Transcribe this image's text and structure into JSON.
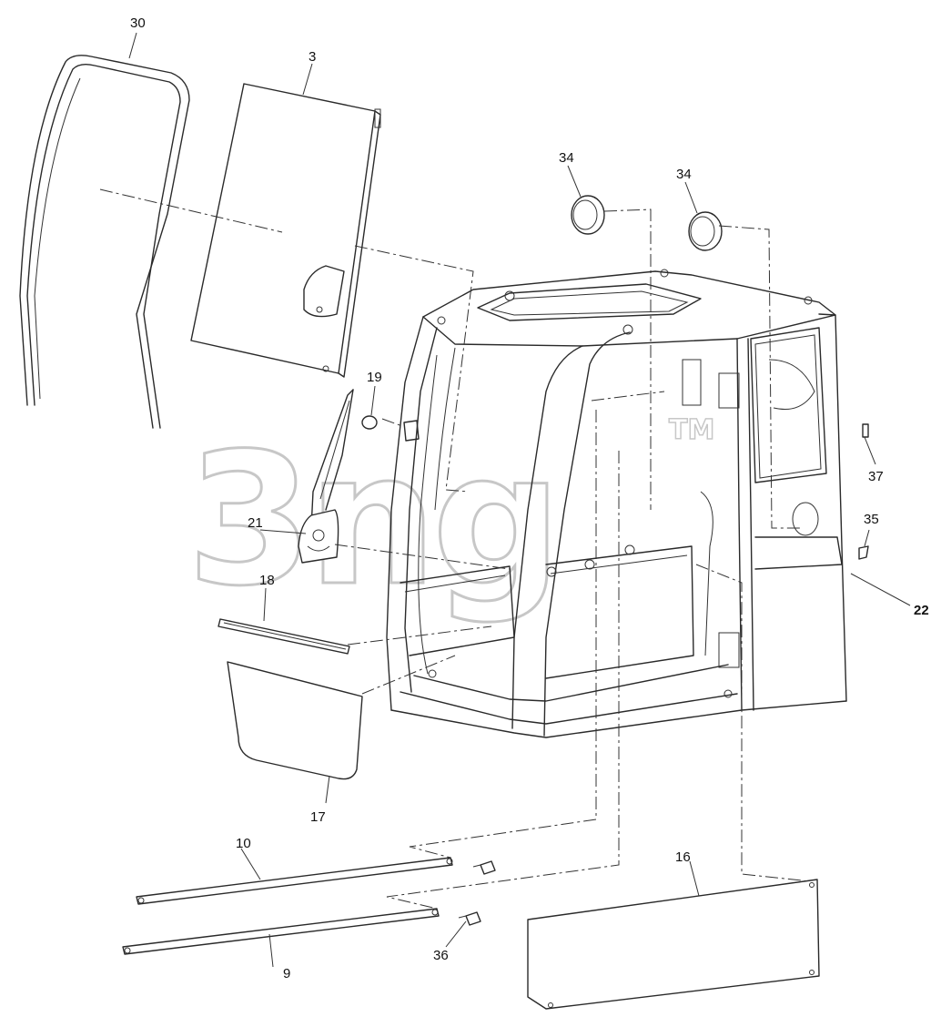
{
  "labels": {
    "p30": "30",
    "p3": "3",
    "p34a": "34",
    "p34b": "34",
    "p19": "19",
    "p37": "37",
    "p21": "21",
    "p35": "35",
    "p18": "18",
    "p22": "22",
    "p17": "17",
    "p10": "10",
    "p16": "16",
    "p36": "36",
    "p9": "9"
  },
  "watermark": {
    "text": "3ng",
    "tm": "TM"
  }
}
